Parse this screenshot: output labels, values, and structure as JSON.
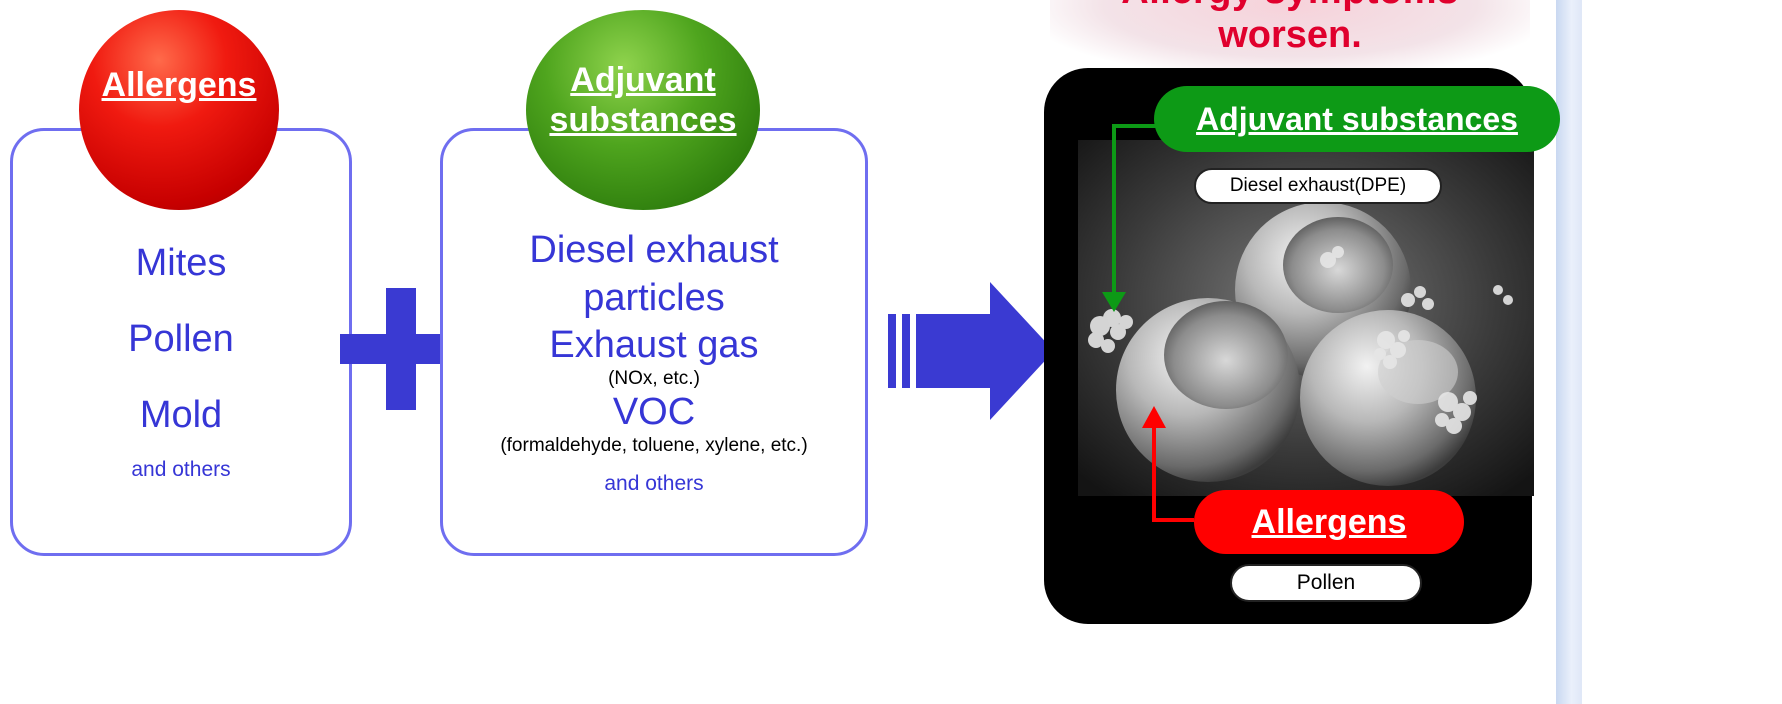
{
  "banner": {
    "line1": "Allergy symptoms",
    "line2": "worsen."
  },
  "allergens_box": {
    "title": "Allergens",
    "items": [
      "Mites",
      "Pollen",
      "Mold"
    ],
    "others": "and others"
  },
  "adjuvant_box": {
    "title_line1": "Adjuvant",
    "title_line2": "substances",
    "diesel": "Diesel exhaust particles",
    "exhaust_gas": "Exhaust gas",
    "nox": "(NOx, etc.)",
    "voc": "VOC",
    "voc_detail": "(formaldehyde, toluene, xylene, etc.)",
    "others": "and others"
  },
  "photo_panel": {
    "adjuvant_label": "Adjuvant substances",
    "diesel_label": "Diesel exhaust(DPE)",
    "allergen_label": "Allergens",
    "pollen_label": "Pollen"
  },
  "colors": {
    "blue_text": "#3636d6",
    "box_border": "#6f6ef0",
    "allergen_red": "#ff0000",
    "adjuvant_green": "#0d9a16",
    "banner_red": "#e0002d"
  },
  "icons": [
    "plus-icon",
    "right-arrow-icon"
  ]
}
